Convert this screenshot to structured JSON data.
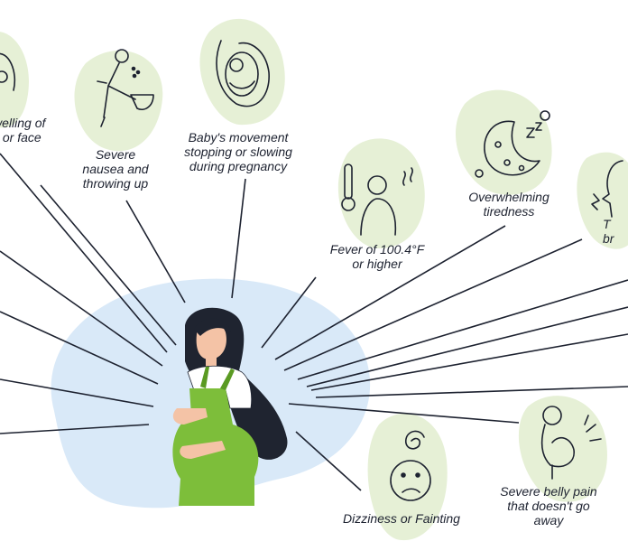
{
  "symptoms": {
    "swelling": "welling of\ns or face",
    "nausea": "Severe\nnausea and\nthrowing up",
    "baby_movement": "Baby's movement\nstopping or slowing\nduring pregnancy",
    "fever": "Fever of 100.4°F\nor higher",
    "tiredness": "Overwhelming\ntiredness",
    "breathing": "T\nbr",
    "dizziness": "Dizziness or Fainting",
    "belly_pain": "Severe belly pain\nthat doesn't go\naway"
  },
  "colors": {
    "blob_green": "#e6f0d6",
    "center_blob": "#d9e9f8",
    "line": "#1d2230",
    "dress": "#7dbe3a",
    "hair": "#1f2430",
    "skin": "#f4c3a6"
  }
}
